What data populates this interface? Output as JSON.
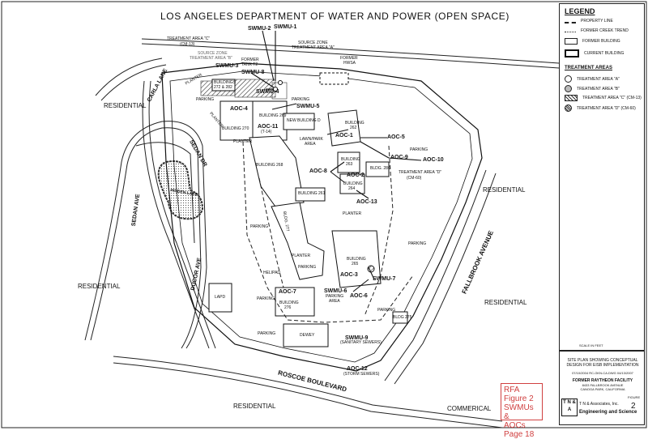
{
  "title": "LOS ANGELES DEPARTMENT OF WATER AND POWER (OPEN SPACE)",
  "legend": {
    "heading": "LEGEND",
    "items": [
      {
        "label": "PROPERTY LINE",
        "symbol": "property-line"
      },
      {
        "label": "FORMER CREEK TREND",
        "symbol": "creek-trend"
      },
      {
        "label": "FORMER BUILDING",
        "symbol": "former-building"
      },
      {
        "label": "CURRENT BUILDING",
        "symbol": "current-building"
      }
    ],
    "treatment_heading": "TREATMENT AREAS",
    "treatment_items": [
      {
        "label": "TREATMENT AREA \"A\""
      },
      {
        "label": "TREATMENT AREA \"B\""
      },
      {
        "label": "TREATMENT AREA \"C\" (CM-13)"
      },
      {
        "label": "TREATMENT AREA \"D\" (CM-60)"
      }
    ],
    "scale_label": "SCALE IN FEET"
  },
  "title_block": {
    "description": "SITE PLAN SHOWING CONCEPTUAL DESIGN FOR EISB IMPLEMENTATION",
    "facility": "FORMER RAYTHEON FACILITY",
    "address": "8433 FALLBROOK AVENUE",
    "city": "CANOGA PARK, CALIFORNIA",
    "dates": "07/10/2004   RC-GKN-CA.DWG   04/13/2007",
    "logo": "T N & A",
    "company_1": "T N & Associates, Inc.",
    "company_2": "Engineering and Science",
    "figure_label": "FIGURE",
    "figure_number": "2"
  },
  "rfa_stamp": "RFA Figure 2\nSWMUs &\nAOCs\nPage 18",
  "labels": {
    "residential_nw": "RESIDENTIAL",
    "residential_w": "RESIDENTIAL",
    "residential_e": "RESIDENTIAL",
    "residential_se": "RESIDENTIAL",
    "residential_s": "RESIDENTIAL",
    "commercial": "COMMERICAL",
    "carla_lane": "CARLA LANE",
    "sedan_ave": "SEDAN AVE",
    "sedan_dr": "SEDAN DR",
    "hidden_lake": "HIDDEN LAKE",
    "ducor_ave": "DUCOR AVE",
    "fallbrook_ave": "FALLBROOK AVENUE",
    "roscoe_blvd": "ROSCOE BOULEVARD",
    "treatment_c": "TREATMENT AREA \"C\"",
    "treatment_c_sub": "(CM-13)",
    "source_zone_b": "SOURCE ZONE",
    "treatment_b": "TREATMENT AREA \"B\"",
    "source_zone_a": "SOURCE ZONE",
    "treatment_a": "TREATMENT AREA \"A\"",
    "former_hwsa": "FORMER",
    "hwsa": "HWSA",
    "swmu1": "SWMU-1",
    "swmu2": "SWMU-2",
    "swmu3": "SWMU-3",
    "swmu4": "SWMU-4",
    "swmu5": "SWMU-5",
    "swmu6": "SWMU-6",
    "swmu7": "SWMU-7",
    "swmu8": "SWMU-8",
    "swmu9": "SWMU-9",
    "swmu9_sub": "(SANITARY SEWERS)",
    "former_tank": "FORMER",
    "tank_t2": "TANK T2",
    "buildings_272": "BUILDINGS",
    "buildings_272_b": "272 & 282",
    "planter_1": "PLANTER",
    "planter_2": "PLANTER",
    "planter_3": "PLANTER",
    "planter_4": "PLANTER",
    "planter_5": "PLANTER",
    "parking_1": "PARKING",
    "parking_2": "PARKING",
    "parking_3": "PARKING",
    "parking_4": "PARKING",
    "parking_5": "PARKING",
    "parking_6": "PARKING",
    "parking_7": "PARKING",
    "parking_8": "PARKING",
    "parking_9": "PARKING",
    "aoc1": "AOC-1",
    "aoc2": "AOC-2",
    "aoc3": "AOC-3",
    "aoc4": "AOC-4",
    "aoc5": "AOC-5",
    "aoc6": "AOC-6",
    "aoc7": "AOC-7",
    "aoc8": "AOC-8",
    "aoc9": "AOC-9",
    "aoc10": "AOC-10",
    "aoc11": "AOC-11",
    "aoc11_sub": "(T-14)",
    "aoc12": "AOC-12",
    "aoc12_sub": "(STORM SEWERS)",
    "aoc13": "AOC-13",
    "bldg_270": "BUILDING 270",
    "bldg_269": "BUILDING 269",
    "new_bldg_d": "NEW BUILDING D",
    "bldg_262": "BUILDING",
    "bldg_262_b": "262",
    "lawn": "LAWN/PARK",
    "lawn_b": "AREA",
    "bldg_268": "BUILDING 268",
    "bldg_263": "BUILDING",
    "bldg_263_b": "263",
    "bldg_264": "BUILDING",
    "bldg_264_b": "264",
    "bldg_280": "BLDG. 280",
    "treatment_d": "TREATMENT AREA \"D\"",
    "treatment_d_sub": "(CM-60)",
    "bldg_261": "BUILDING 261",
    "bldg_277": "BLDG. 277",
    "bldg_265": "BUILDING",
    "bldg_265_b": "265",
    "helipad": "HELIPAD",
    "bldg_276": "BUILDING",
    "bldg_276_b": "276",
    "parking_area": "PARKING",
    "parking_area_b": "AREA",
    "lapd": "LAPD",
    "bldg_275": "BLDG 275",
    "dewey": "DEWEY"
  },
  "colors": {
    "line": "#1a1a1a",
    "hatch": "#444444",
    "stamp": "#d04040",
    "paper": "#ffffff"
  }
}
